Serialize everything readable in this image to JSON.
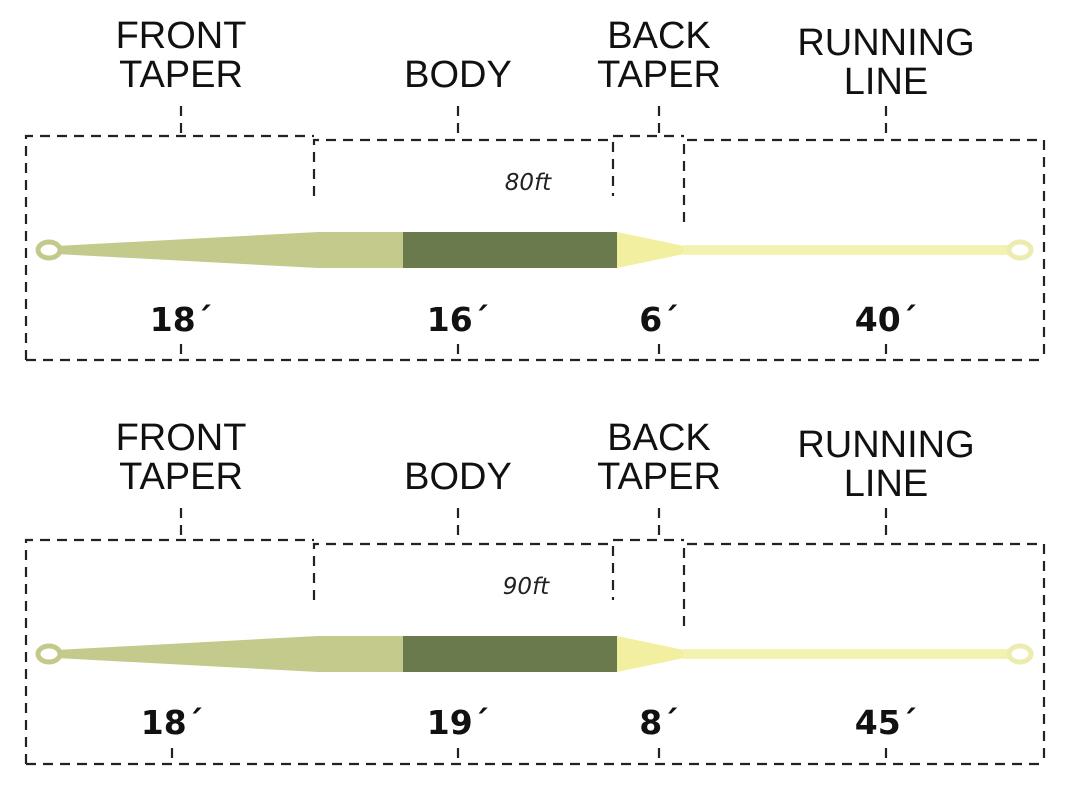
{
  "colors": {
    "front_taper": "#c4ca8c",
    "body": "#6a7a4c",
    "back_taper": "#f2f0a0",
    "running_line": "#f4f2b0",
    "loop_stroke": "#c4c98b",
    "bracket_stroke": "#222222",
    "text": "#111111"
  },
  "diagrams": [
    {
      "sections": [
        {
          "label_lines": [
            "FRONT",
            "TAPER"
          ],
          "length": "18´"
        },
        {
          "label_lines": [
            "BODY"
          ],
          "length": "16´"
        },
        {
          "label_lines": [
            "BACK",
            "TAPER"
          ],
          "length": "6´"
        },
        {
          "label_lines": [
            "RUNNING",
            "LINE"
          ],
          "length": "40´"
        }
      ],
      "total": "80ft"
    },
    {
      "sections": [
        {
          "label_lines": [
            "FRONT",
            "TAPER"
          ],
          "length": "18´"
        },
        {
          "label_lines": [
            "BODY"
          ],
          "length": "19´"
        },
        {
          "label_lines": [
            "BACK",
            "TAPER"
          ],
          "length": "8´"
        },
        {
          "label_lines": [
            "RUNNING",
            "LINE"
          ],
          "length": "45´"
        }
      ],
      "total": "90ft"
    }
  ]
}
